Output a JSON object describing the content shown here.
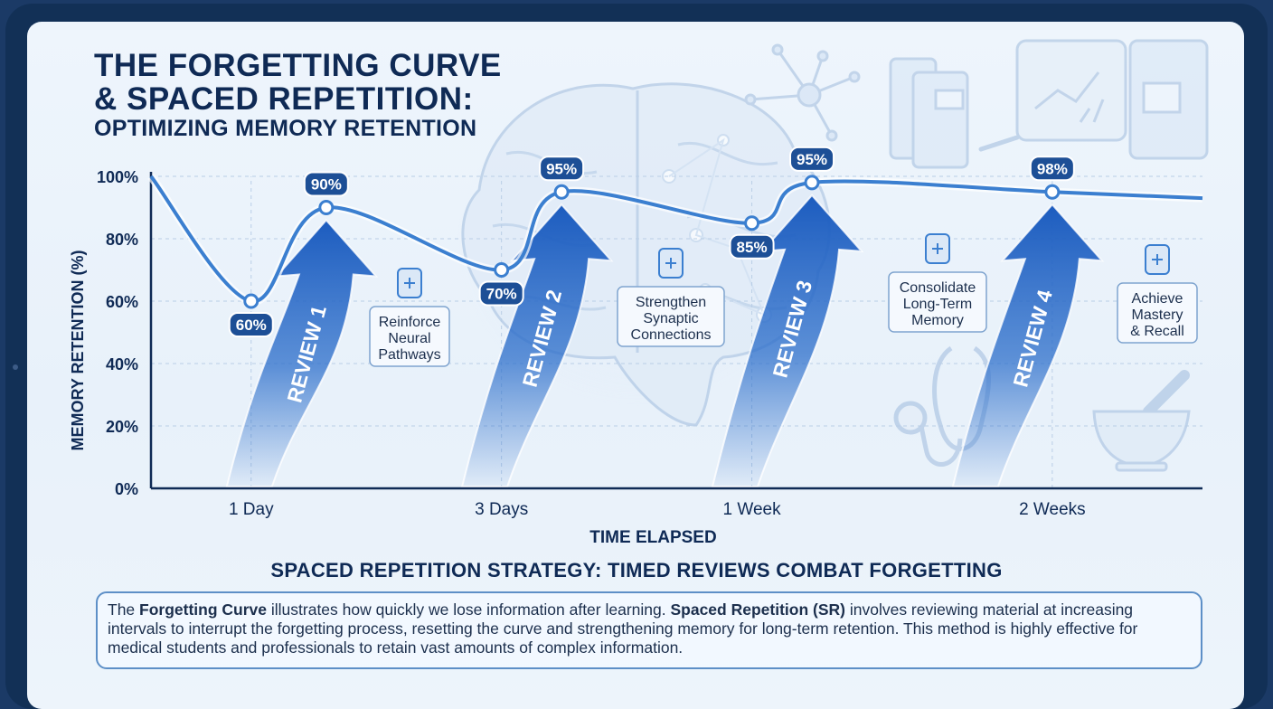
{
  "title": {
    "line1": "THE FORGETTING CURVE",
    "line2": "& SPACED REPETITION:",
    "subtitle": "OPTIMIZING MEMORY RETENTION"
  },
  "chart_data": {
    "type": "line",
    "xlabel": "TIME ELAPSED",
    "ylabel": "MEMORY RETENTION (%)",
    "ylim": [
      0,
      100
    ],
    "yticks": [
      "0%",
      "20%",
      "40%",
      "60%",
      "80%",
      "100%"
    ],
    "xtick_labels": [
      "1 Day",
      "3 Days",
      "1 Week",
      "2 Weeks"
    ],
    "grid": true,
    "series": [
      {
        "points": [
          {
            "x": 0.0,
            "y": 100
          },
          {
            "x": 1.0,
            "y": 60,
            "label": "60%"
          },
          {
            "x": 1.75,
            "y": 90,
            "label": "90%"
          },
          {
            "x": 3.5,
            "y": 70,
            "label": "70%"
          },
          {
            "x": 4.1,
            "y": 95,
            "label": "95%"
          },
          {
            "x": 6.0,
            "y": 85,
            "label": "85%"
          },
          {
            "x": 6.6,
            "y": 98,
            "label": "95%"
          },
          {
            "x": 9.0,
            "y": 95,
            "label": "98%"
          },
          {
            "x": 10.5,
            "y": 93
          }
        ]
      }
    ],
    "reviews": [
      {
        "label": "REVIEW 1",
        "x": 1.75,
        "note": [
          "Reinforce",
          "Neural",
          "Pathways"
        ],
        "icon": "medicine-bottle-icon"
      },
      {
        "label": "REVIEW 2",
        "x": 4.1,
        "note": [
          "Strengthen",
          "Synaptic",
          "Connections"
        ],
        "icon": "brain-icon"
      },
      {
        "label": "REVIEW 3",
        "x": 6.6,
        "note": [
          "Consolidate",
          "Long-Term",
          "Memory"
        ],
        "icon": "dna-icon"
      },
      {
        "label": "REVIEW 4",
        "x": 9.0,
        "note": [
          "Achieve",
          "Mastery",
          "& Recall"
        ],
        "icon": "open-book-icon"
      }
    ],
    "colors": {
      "curve": "#3b7fd0",
      "arrow": "#1f64c2",
      "label_bg": "#1d4f96",
      "label_text": "#ffffff",
      "axis": "#0f2a55",
      "grid": "#b9cee6"
    }
  },
  "strategy_heading": "SPACED REPETITION STRATEGY: TIMED REVIEWS COMBAT FORGETTING",
  "description": {
    "t1": "The ",
    "b1": "Forgetting Curve",
    "t2": " illustrates how quickly we lose information after learning. ",
    "b2": "Spaced Repetition (SR)",
    "t3": " involves reviewing material at increasing intervals to interrupt the forgetting process, resetting the curve and strengthening memory for long-term retention. This method is highly effective for medical students and professionals to retain vast amounts of complex information."
  }
}
